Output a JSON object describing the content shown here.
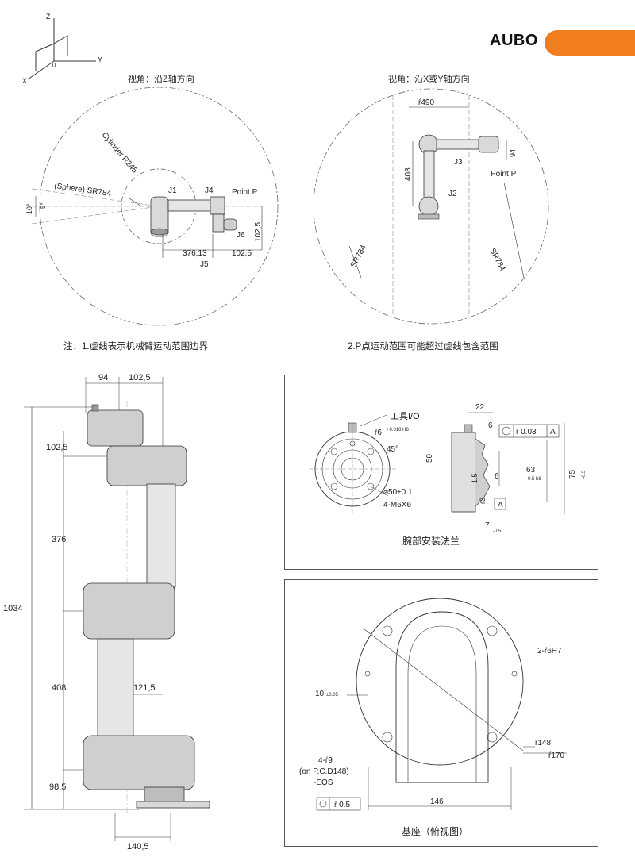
{
  "brand": {
    "logo": "AUBO",
    "accent": "#f07d1e"
  },
  "axes": {
    "z": "Z",
    "y": "Y",
    "x": "X",
    "origin": "0"
  },
  "top_left": {
    "caption": "视角：沿Z轴方向",
    "cylinder": "Cylinder R245",
    "sphere": "(Sphere) SR784",
    "angle": "10°",
    "five": "5°",
    "j1": "J1",
    "j4": "J4",
    "point_p": "Point P",
    "j6": "J6",
    "j5": "J5",
    "dim_37613": "376,13",
    "dim_1025a": "102,5",
    "dim_1025b": "102,5"
  },
  "top_right": {
    "caption": "视角：沿X或Y轴方向",
    "dim_490": "ŕ490",
    "dim_408": "408",
    "dim_94": "94",
    "j3": "J3",
    "j2": "J2",
    "point_p": "Point P",
    "sr_left": "SR784",
    "sr_right": "SR784"
  },
  "notes": {
    "note1": "注：1.虚线表示机械臂运动范围边界",
    "note2": "2.P点运动范围可能超过虚线包含范围"
  },
  "side": {
    "dim_94": "94",
    "dim_1025_top": "102,5",
    "dim_1025_left": "102,5",
    "dim_376": "376",
    "dim_1034": "1034",
    "dim_408": "408",
    "dim_1215": "121,5",
    "dim_985": "98,5",
    "dim_1405": "140,5"
  },
  "flange": {
    "caption": "腕部安装法兰",
    "tool_io": "工具I/O",
    "dim_22": "22",
    "dim_6top": "6",
    "tol_003": "ŕ 0.03",
    "datum_a": "A",
    "hole_6": "ŕ6",
    "hole_6_tol": "+0.018 H8",
    "angle_45": "45°",
    "dim_50": "50",
    "dim_63": "63",
    "dim_63_tol": "-0.5 h8",
    "dim_75": "75",
    "dim_75_tol": "-0.5",
    "dim_6mid": "6",
    "dim_15": "1.5",
    "dim_3": "ŕ3",
    "dia_50": "⌀50±0.1",
    "m6": "4-M6X6",
    "datum_a2": "A",
    "dim_7": "7",
    "dim_7_tol": "-0.5"
  },
  "base": {
    "caption": "基座（俯视图）",
    "holes_6": "2-ŕ6H7",
    "dim_10": "10",
    "dim_10_tol": "±0.05",
    "d148": "ŕ148",
    "d170": "ŕ170",
    "holes_9": "4-ŕ9",
    "pcd": "(on P.C.D148)",
    "eqs": "-EQS",
    "pos_tol": "ŕ 0.5",
    "dim_146": "146"
  }
}
